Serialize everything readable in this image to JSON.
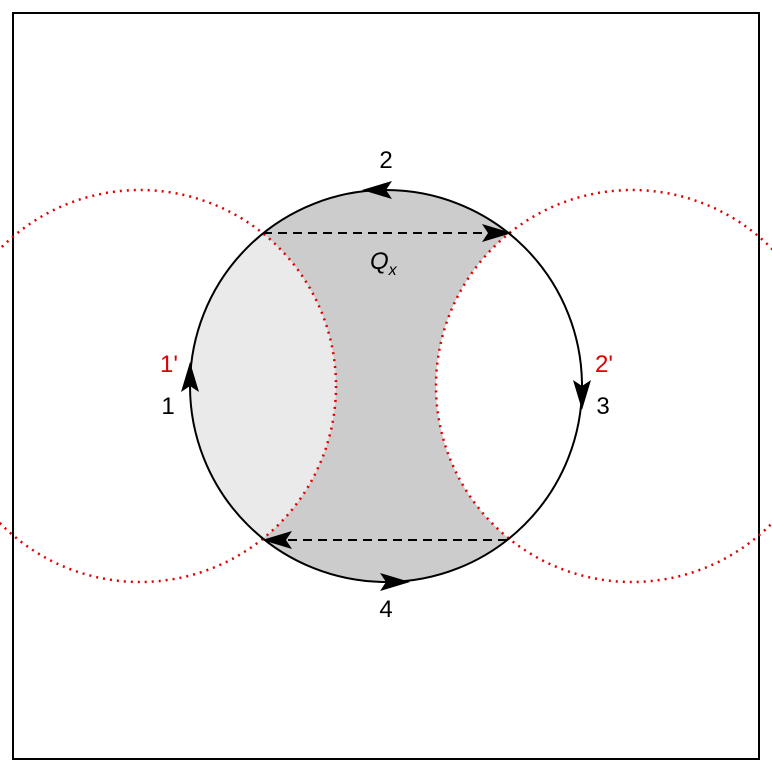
{
  "labels": {
    "top": "2",
    "bottom": "4",
    "left": "1",
    "left_prime": "1'",
    "right": "3",
    "right_prime": "2'",
    "heat_main": "Q",
    "heat_sub": "x"
  },
  "colors": {
    "frame": "#000000",
    "circle": "#000000",
    "dotted": "#e00000",
    "fill_dark": "#cccccc",
    "fill_light": "#eaeaea",
    "prime_label": "#e00000",
    "arrow": "#000000"
  }
}
